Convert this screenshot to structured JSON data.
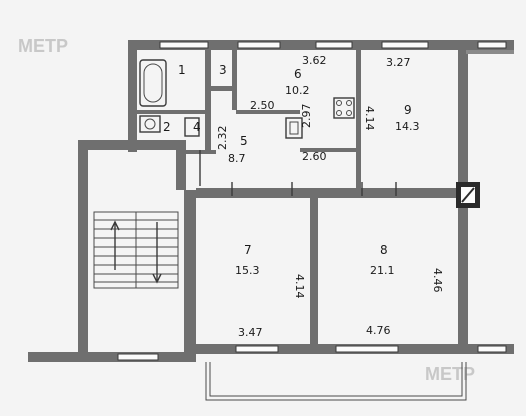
{
  "watermark": {
    "top": "МЕТР",
    "bottom": "МЕТР"
  },
  "rooms": [
    {
      "number": "1",
      "area": ""
    },
    {
      "number": "2",
      "area": ""
    },
    {
      "number": "3",
      "area": ""
    },
    {
      "number": "4",
      "area": ""
    },
    {
      "number": "5",
      "area": "8.7"
    },
    {
      "number": "6",
      "area": "10.2"
    },
    {
      "number": "7",
      "area": "15.3"
    },
    {
      "number": "8",
      "area": "21.1"
    },
    {
      "number": "9",
      "area": "14.3"
    }
  ],
  "dimensions": {
    "top_left": "3.62",
    "top_right": "3.27",
    "room6_inner": "2.50",
    "room6_vertical": "2.97",
    "room9_vertical": "4.14",
    "room5_vertical": "2.32",
    "room5_bottom": "2.60",
    "room7_vertical": "4.14",
    "room8_vertical": "4.46",
    "room7_bottom": "3.47",
    "room8_bottom": "4.76"
  }
}
